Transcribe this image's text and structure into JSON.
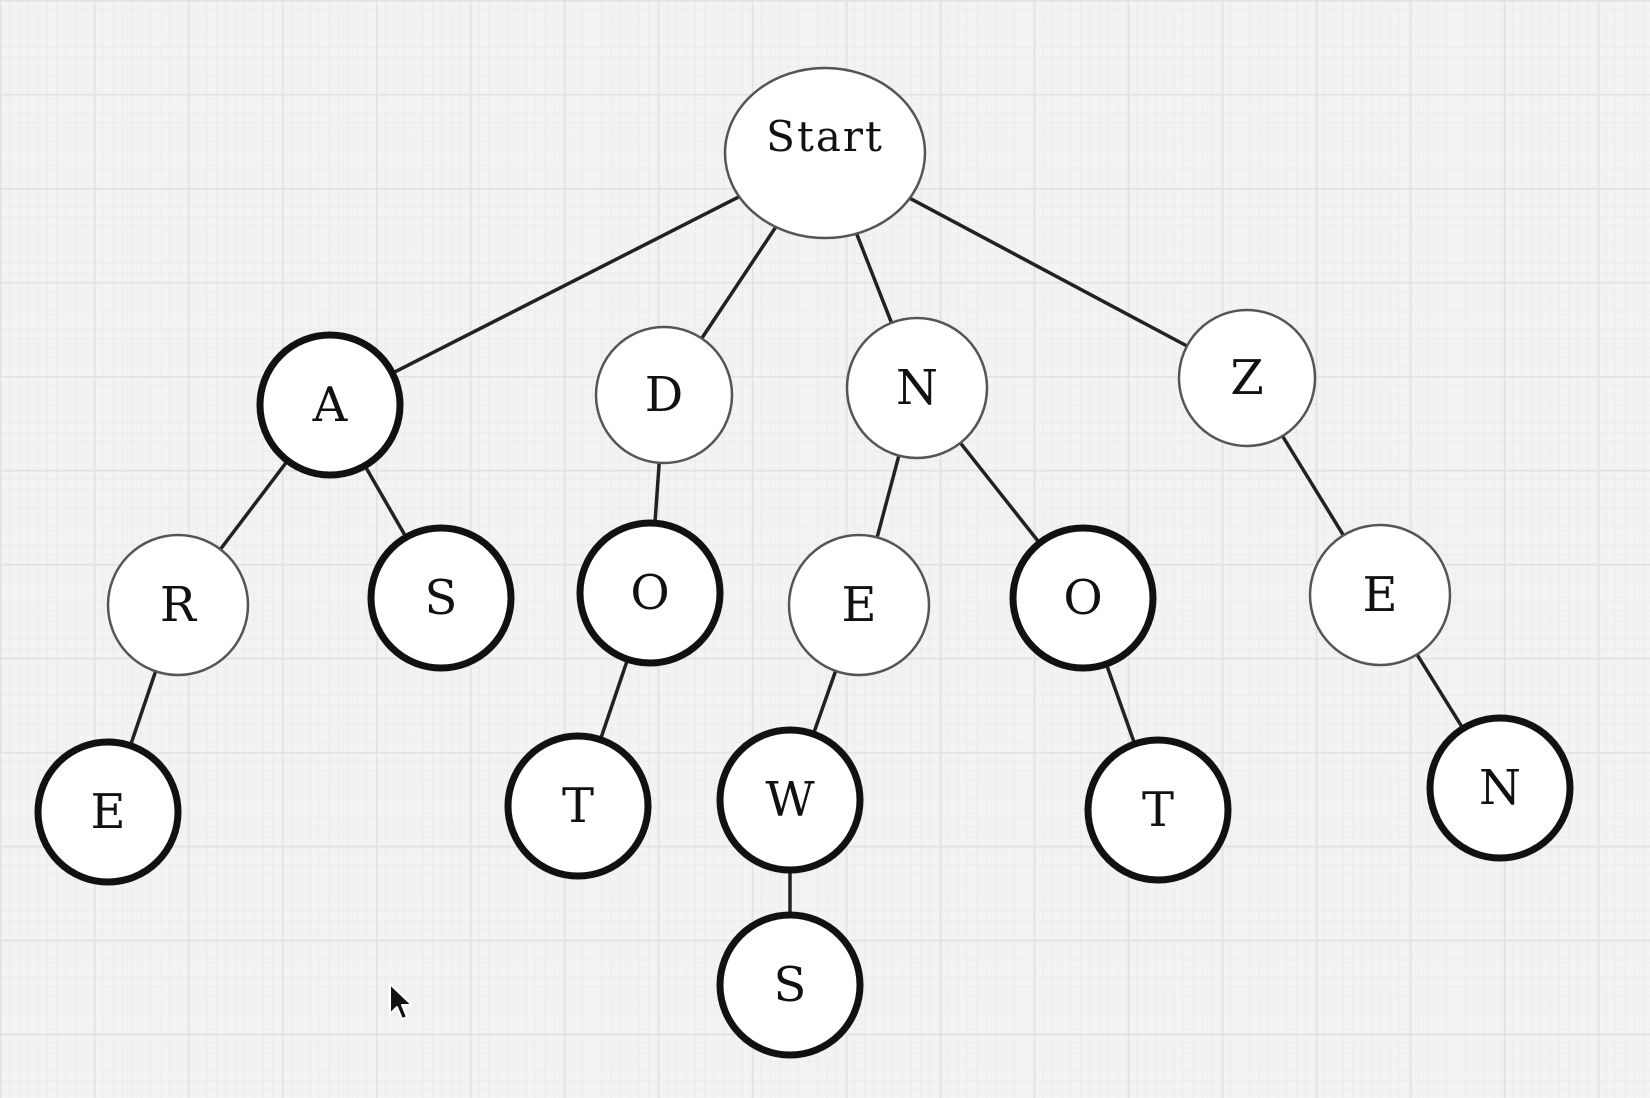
{
  "diagram": {
    "type": "trie",
    "nodes": [
      {
        "id": "start",
        "label": "Start",
        "terminal": false
      },
      {
        "id": "a",
        "label": "A",
        "terminal": true
      },
      {
        "id": "d",
        "label": "D",
        "terminal": false
      },
      {
        "id": "n",
        "label": "N",
        "terminal": false
      },
      {
        "id": "z",
        "label": "Z",
        "terminal": false
      },
      {
        "id": "ar",
        "label": "R",
        "terminal": false
      },
      {
        "id": "as",
        "label": "S",
        "terminal": true
      },
      {
        "id": "do",
        "label": "O",
        "terminal": true
      },
      {
        "id": "ne",
        "label": "E",
        "terminal": false
      },
      {
        "id": "no",
        "label": "O",
        "terminal": true
      },
      {
        "id": "ze",
        "label": "E",
        "terminal": false
      },
      {
        "id": "are",
        "label": "E",
        "terminal": true
      },
      {
        "id": "dot",
        "label": "T",
        "terminal": true
      },
      {
        "id": "new",
        "label": "W",
        "terminal": true
      },
      {
        "id": "not",
        "label": "T",
        "terminal": true
      },
      {
        "id": "zen",
        "label": "N",
        "terminal": true
      },
      {
        "id": "news",
        "label": "S",
        "terminal": true
      }
    ],
    "edges": [
      [
        "start",
        "a"
      ],
      [
        "start",
        "d"
      ],
      [
        "start",
        "n"
      ],
      [
        "start",
        "z"
      ],
      [
        "a",
        "ar"
      ],
      [
        "a",
        "as"
      ],
      [
        "d",
        "do"
      ],
      [
        "n",
        "ne"
      ],
      [
        "n",
        "no"
      ],
      [
        "z",
        "ze"
      ],
      [
        "ar",
        "are"
      ],
      [
        "do",
        "dot"
      ],
      [
        "ne",
        "new"
      ],
      [
        "no",
        "not"
      ],
      [
        "ze",
        "zen"
      ],
      [
        "new",
        "news"
      ]
    ]
  }
}
